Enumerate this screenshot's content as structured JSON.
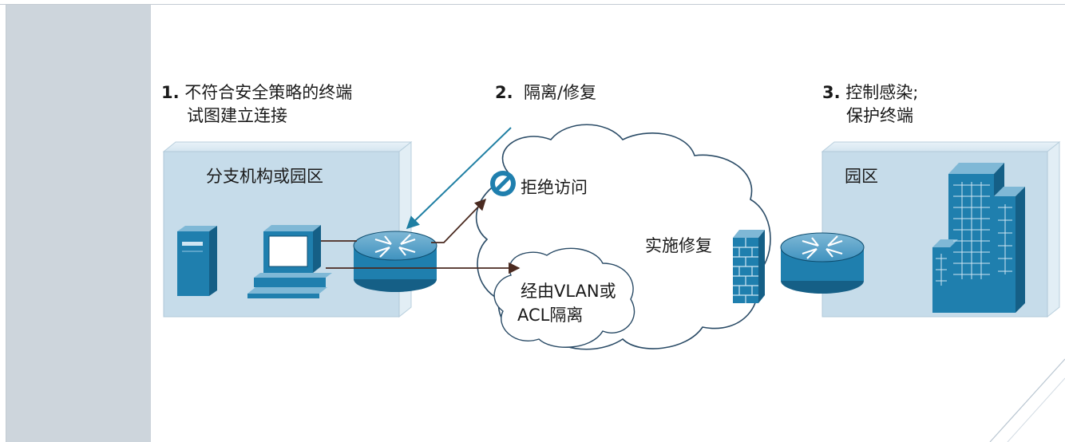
{
  "steps": [
    {
      "number": "1.",
      "line1": "不符合安全策略的终端",
      "line2": "试图建立连接"
    },
    {
      "number": "2.",
      "line1": "隔离/修复",
      "line2": ""
    },
    {
      "number": "3.",
      "line1": "控制感染;",
      "line2": "保护终端"
    }
  ],
  "boxes": {
    "branch": "分支机构或园区",
    "campus": "园区"
  },
  "cloud": {
    "deny_access": "拒绝访问",
    "quarantine_line1": "经由VLAN或",
    "quarantine_line2": "ACL隔离",
    "remediation": "实施修复"
  },
  "colors": {
    "sidebar": "#cdd5dc",
    "box_fill": "#c6dcea",
    "device_blue": "#1f7fae",
    "arrow_teal": "#1f7fa3",
    "connector": "#4a2a20"
  },
  "icons": [
    "server-icon",
    "workstation-icon",
    "router-icon",
    "no-entry-icon",
    "firewall-icon",
    "building-icon"
  ]
}
